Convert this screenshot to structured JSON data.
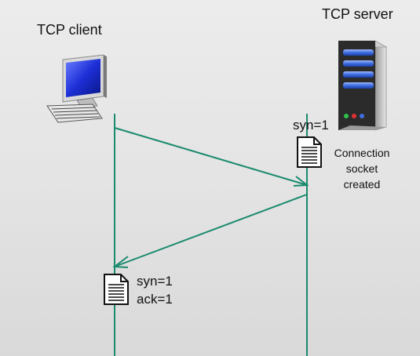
{
  "client": {
    "title": "TCP client",
    "icon": "desktop-computer-icon"
  },
  "server": {
    "title": "TCP server",
    "icon": "server-tower-icon",
    "received_segment": "syn=1",
    "note": "Connection socket created"
  },
  "exchange": [
    {
      "direction": "client-to-server",
      "segment": "syn=1"
    },
    {
      "direction": "server-to-client",
      "segment": [
        "syn=1",
        "ack=1"
      ]
    }
  ],
  "client_received": {
    "lines": [
      "syn=1",
      "ack=1"
    ],
    "icon": "document-icon"
  },
  "colors": {
    "timeline": "#1a8a6e",
    "screen": "#1d2fd6",
    "server_body": "#2b2b2b",
    "led_blue": "#3f6ee0"
  }
}
